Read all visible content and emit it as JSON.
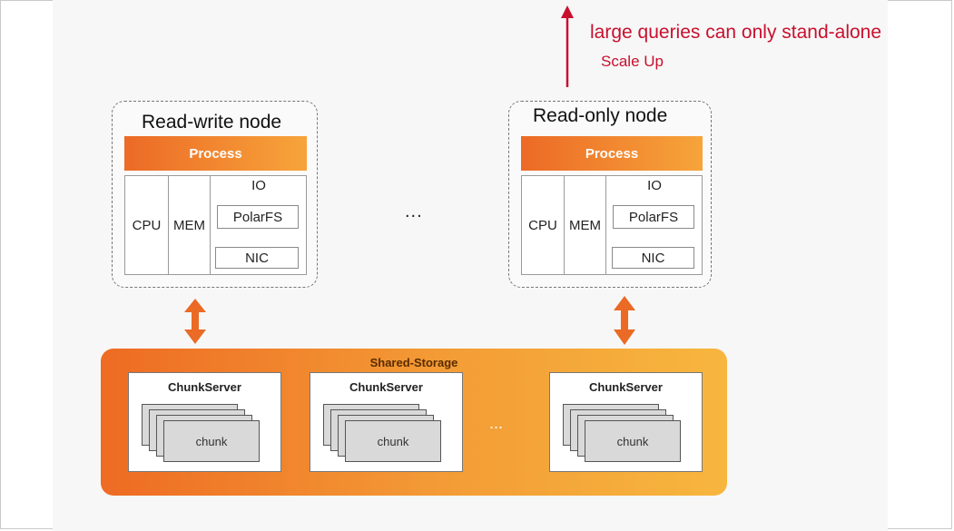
{
  "annotation": {
    "main_text": "large queries can only stand-alone",
    "sub_text": "Scale Up",
    "color": "#c8102e"
  },
  "nodes": [
    {
      "title": "Read-write node",
      "process_label": "Process",
      "cpu_label": "CPU",
      "mem_label": "MEM",
      "io_label": "IO",
      "fs_label": "PolarFS",
      "nic_label": "NIC"
    },
    {
      "title": "Read-only node",
      "process_label": "Process",
      "cpu_label": "CPU",
      "mem_label": "MEM",
      "io_label": "IO",
      "fs_label": "PolarFS",
      "nic_label": "NIC"
    }
  ],
  "node_ellipsis": "...",
  "storage": {
    "title": "Shared-Storage",
    "servers": [
      {
        "title": "ChunkServer",
        "chunk_label": "chunk"
      },
      {
        "title": "ChunkServer",
        "chunk_label": "chunk"
      },
      {
        "title": "ChunkServer",
        "chunk_label": "chunk"
      }
    ],
    "ellipsis": "..."
  },
  "colors": {
    "accent_orange": "#ee6b23",
    "arrow_orange": "#ea6a26",
    "annotation_red": "#c8102e"
  }
}
